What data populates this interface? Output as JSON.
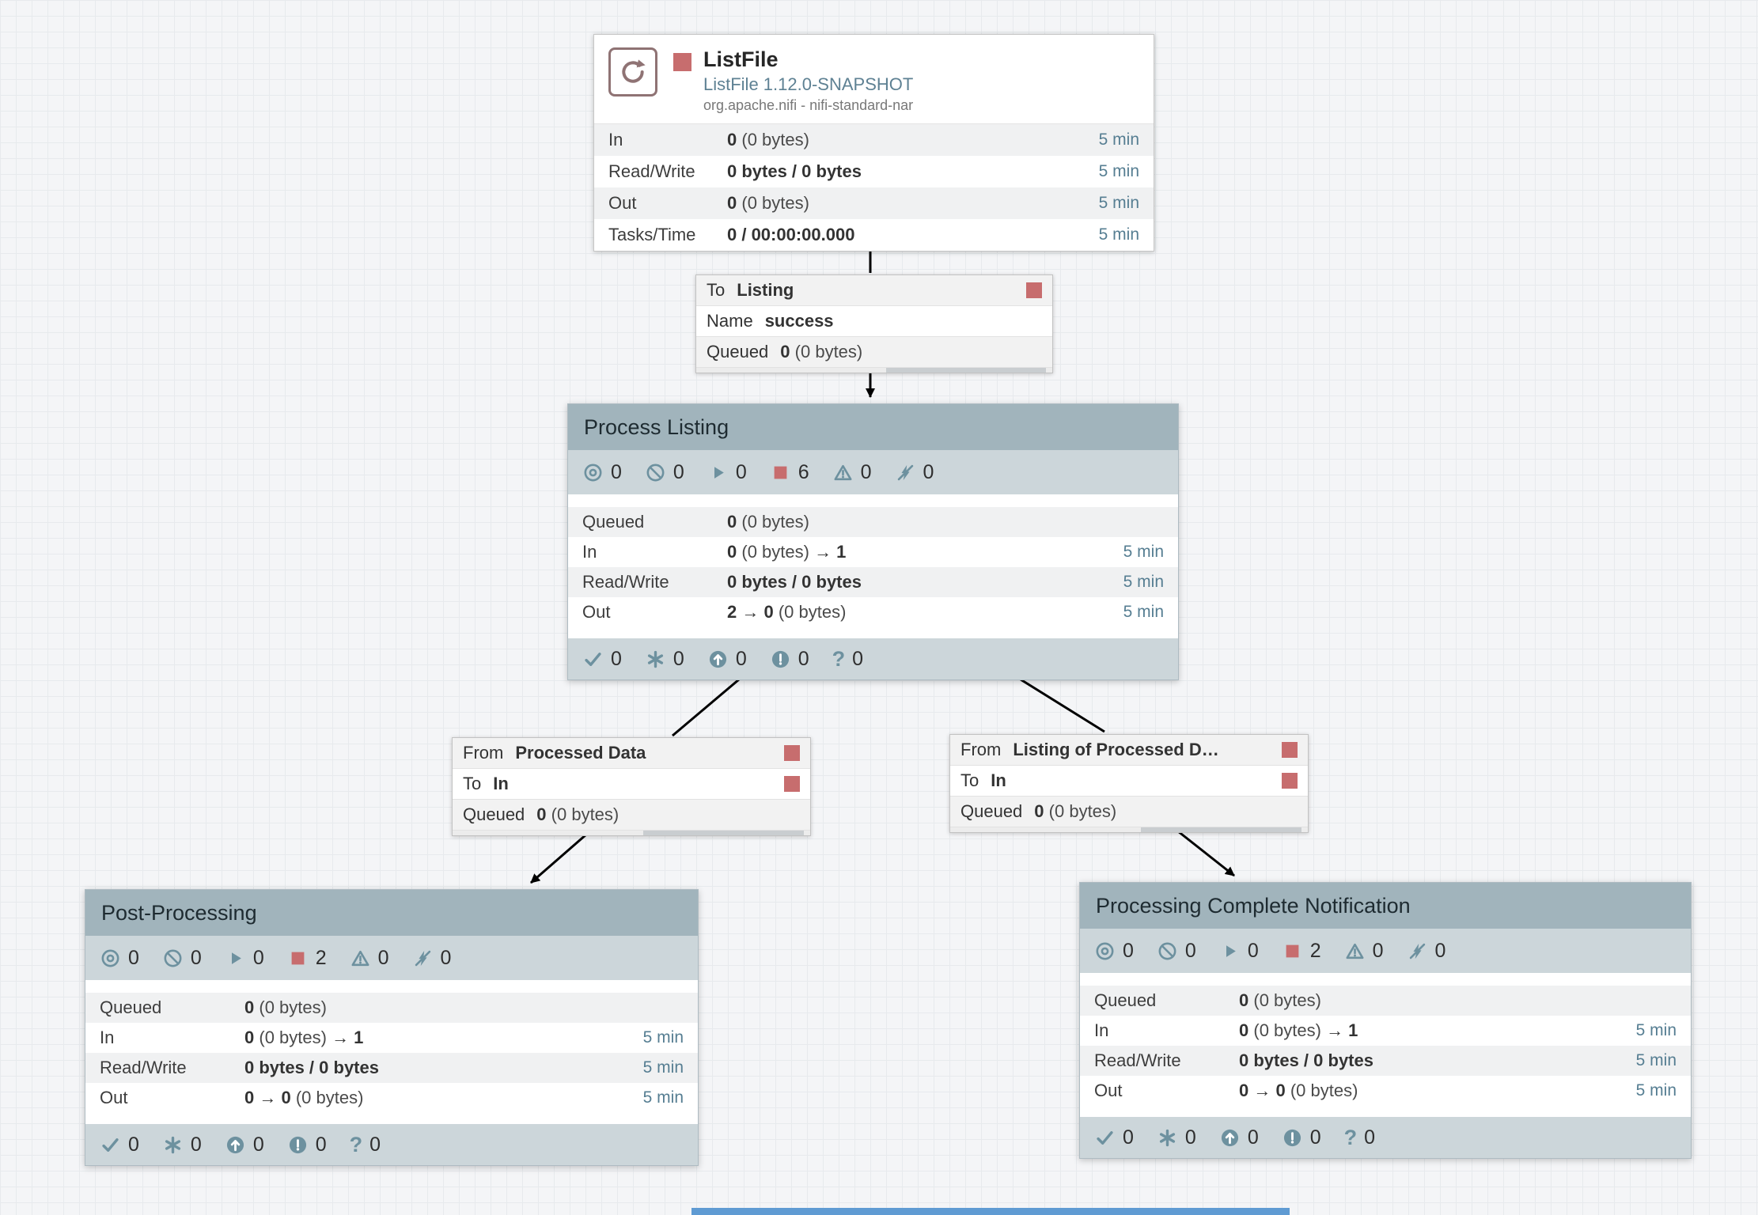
{
  "colors": {
    "stopped_red": "#c76d6e",
    "icon_teal": "#6d919f",
    "group_header": "#a1b4bc",
    "group_strip": "#ccd6da",
    "time_text": "#567e92",
    "edge_blue_bar": "#5f9bd3"
  },
  "icons": {
    "sync_failure_glyph": "?"
  },
  "processor": {
    "name": "ListFile",
    "type": "ListFile 1.12.0-SNAPSHOT",
    "bundle": "org.apache.nifi - nifi-standard-nar",
    "stats": [
      {
        "label": "In",
        "v1": "0",
        "v2": " (0 bytes)",
        "v3": "",
        "time": "5 min"
      },
      {
        "label": "Read/Write",
        "v1": "0 bytes / 0 bytes",
        "v2": "",
        "v3": "",
        "time": "5 min"
      },
      {
        "label": "Out",
        "v1": "0",
        "v2": " (0 bytes)",
        "v3": "",
        "time": "5 min"
      },
      {
        "label": "Tasks/Time",
        "v1": "0 / 00:00:00.000",
        "v2": "",
        "v3": "",
        "time": "5 min"
      }
    ]
  },
  "connections": [
    {
      "row1_key": "To",
      "row1_value": "Listing",
      "row2_key": "Name",
      "row2_value": "success",
      "queued_label": "Queued",
      "queued_count": "0",
      "queued_size": " (0 bytes)"
    },
    {
      "row1_key": "From",
      "row1_value": "Processed Data",
      "row2_key": "To",
      "row2_value": "In",
      "queued_label": "Queued",
      "queued_count": "0",
      "queued_size": " (0 bytes)"
    },
    {
      "row1_key": "From",
      "row1_value": "Listing of Processed D…",
      "row2_key": "To",
      "row2_value": "In",
      "queued_label": "Queued",
      "queued_count": "0",
      "queued_size": " (0 bytes)"
    }
  ],
  "groups": [
    {
      "title": "Process Listing",
      "counts": {
        "transmitting": "0",
        "not_transmitting": "0",
        "running": "0",
        "stopped": "6",
        "invalid": "0",
        "disabled": "0"
      },
      "stats": [
        {
          "label": "Queued",
          "v1": "0",
          "v2": " (0 bytes)",
          "v3": "",
          "time": ""
        },
        {
          "label": "In",
          "v1": "0",
          "v2": " (0 bytes)",
          "v3": " → 1",
          "time": "5 min"
        },
        {
          "label": "Read/Write",
          "v1": "0 bytes / 0 bytes",
          "v2": "",
          "v3": "",
          "time": "5 min"
        },
        {
          "label": "Out",
          "v1": "2 → 0",
          "v2": " (0 bytes)",
          "v3": "",
          "time": "5 min"
        }
      ],
      "versioned": {
        "up_to_date": "0",
        "locally_modified": "0",
        "stale": "0",
        "locally_modified_stale": "0",
        "sync_failure": "0"
      }
    },
    {
      "title": "Post-Processing",
      "counts": {
        "transmitting": "0",
        "not_transmitting": "0",
        "running": "0",
        "stopped": "2",
        "invalid": "0",
        "disabled": "0"
      },
      "stats": [
        {
          "label": "Queued",
          "v1": "0",
          "v2": " (0 bytes)",
          "v3": "",
          "time": ""
        },
        {
          "label": "In",
          "v1": "0",
          "v2": " (0 bytes)",
          "v3": " → 1",
          "time": "5 min"
        },
        {
          "label": "Read/Write",
          "v1": "0 bytes / 0 bytes",
          "v2": "",
          "v3": "",
          "time": "5 min"
        },
        {
          "label": "Out",
          "v1": "0 → 0",
          "v2": " (0 bytes)",
          "v3": "",
          "time": "5 min"
        }
      ],
      "versioned": {
        "up_to_date": "0",
        "locally_modified": "0",
        "stale": "0",
        "locally_modified_stale": "0",
        "sync_failure": "0"
      }
    },
    {
      "title": "Processing Complete Notification",
      "counts": {
        "transmitting": "0",
        "not_transmitting": "0",
        "running": "0",
        "stopped": "2",
        "invalid": "0",
        "disabled": "0"
      },
      "stats": [
        {
          "label": "Queued",
          "v1": "0",
          "v2": " (0 bytes)",
          "v3": "",
          "time": ""
        },
        {
          "label": "In",
          "v1": "0",
          "v2": " (0 bytes)",
          "v3": " → 1",
          "time": "5 min"
        },
        {
          "label": "Read/Write",
          "v1": "0 bytes / 0 bytes",
          "v2": "",
          "v3": "",
          "time": "5 min"
        },
        {
          "label": "Out",
          "v1": "0 → 0",
          "v2": " (0 bytes)",
          "v3": "",
          "time": "5 min"
        }
      ],
      "versioned": {
        "up_to_date": "0",
        "locally_modified": "0",
        "stale": "0",
        "locally_modified_stale": "0",
        "sync_failure": "0"
      }
    }
  ]
}
